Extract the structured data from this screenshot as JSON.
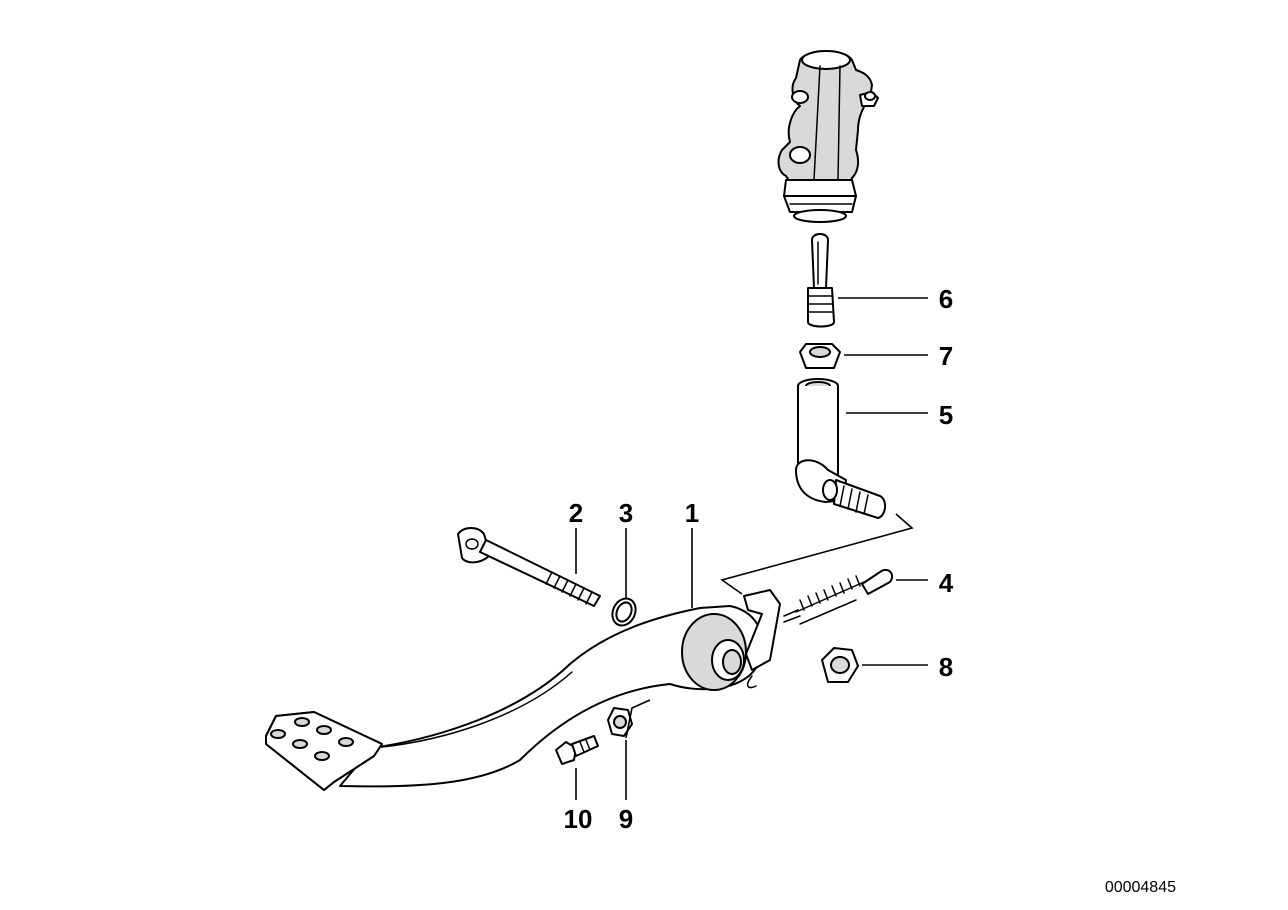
{
  "diagram": {
    "id_label": "00004845",
    "callouts": [
      {
        "id": "1",
        "label": "1"
      },
      {
        "id": "2",
        "label": "2"
      },
      {
        "id": "3",
        "label": "3"
      },
      {
        "id": "4",
        "label": "4"
      },
      {
        "id": "5",
        "label": "5"
      },
      {
        "id": "6",
        "label": "6"
      },
      {
        "id": "7",
        "label": "7"
      },
      {
        "id": "8",
        "label": "8"
      },
      {
        "id": "9",
        "label": "9"
      },
      {
        "id": "10",
        "label": "10"
      }
    ]
  }
}
